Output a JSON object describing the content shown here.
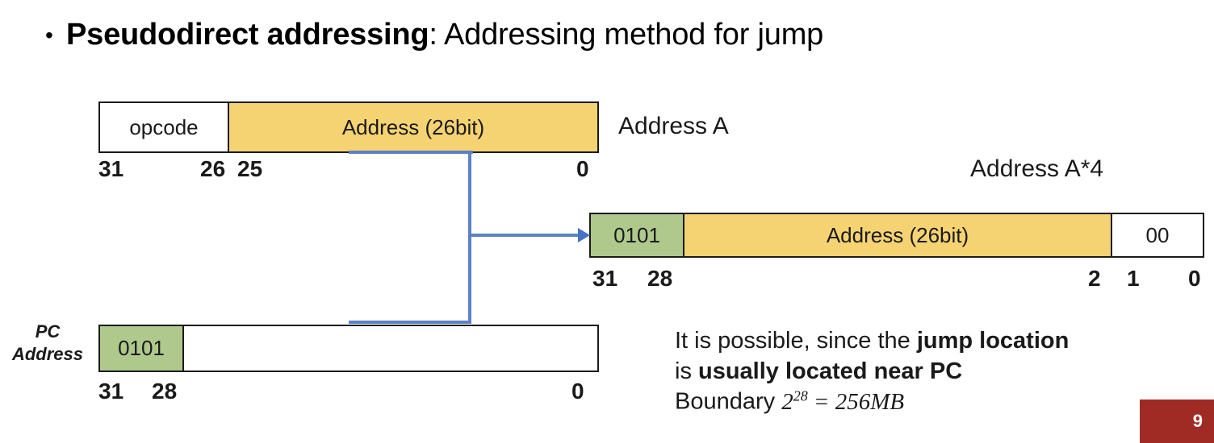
{
  "slide": {
    "title_bullet_glyph": "•",
    "title_strong": "Pseudodirect addressing",
    "title_rest": ": Addressing method for jump",
    "slide_number": "9",
    "accent_color": "#A02B25",
    "yellow_color": "#F6D372",
    "green_color": "#AFC98D",
    "connector_color": "#4472C4"
  },
  "instruction_box": {
    "caption": "Address A",
    "segments": [
      {
        "label": "opcode",
        "fill": "white"
      },
      {
        "label": "Address (26bit)",
        "fill": "yellow"
      }
    ],
    "bit_labels": [
      "31",
      "26",
      "25",
      "0"
    ]
  },
  "target_box": {
    "caption": "Address A*4",
    "segments": [
      {
        "label": "0101",
        "fill": "green"
      },
      {
        "label": "Address (26bit)",
        "fill": "yellow"
      },
      {
        "label": "00",
        "fill": "white"
      }
    ],
    "bit_labels": [
      "31",
      "28",
      "2",
      "1",
      "0"
    ]
  },
  "pc_box": {
    "caption_line1": "PC",
    "caption_line2": "Address",
    "segments": [
      {
        "label": "0101",
        "fill": "green"
      },
      {
        "label": "",
        "fill": "white"
      }
    ],
    "bit_labels": [
      "31",
      "28",
      "0"
    ]
  },
  "explanation": {
    "line1_prefix": "It is possible, since the ",
    "line1_bold": "jump location",
    "line2_prefix": "is ",
    "line2_bold": "usually located near PC",
    "line3_prefix": "Boundary ",
    "line3_base": "2",
    "line3_exponent": "28",
    "line3_equals": " = ",
    "line3_value": "256MB"
  }
}
